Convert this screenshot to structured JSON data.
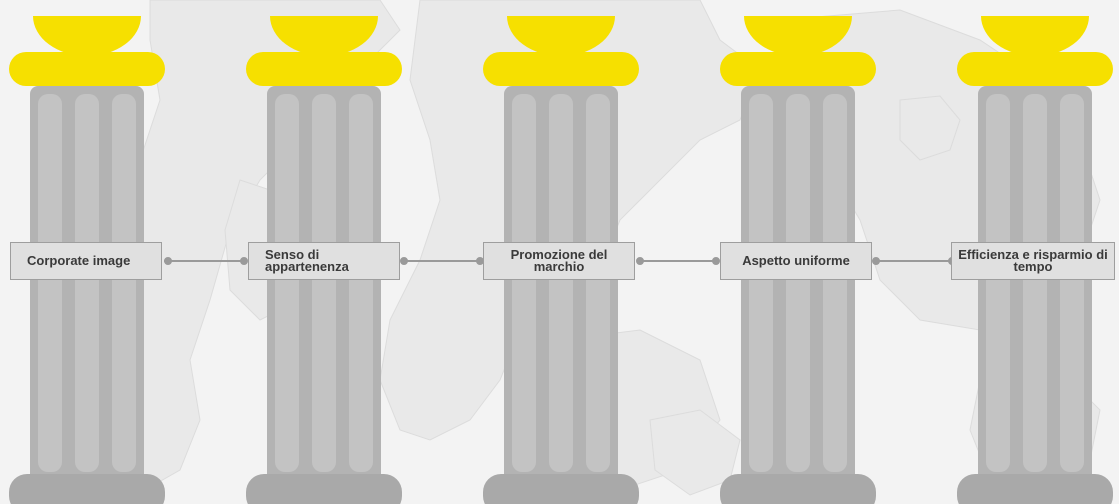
{
  "colors": {
    "background": "#f3f3f3",
    "map": "#e9e9e9",
    "capital": "#f6e000",
    "shaft": "#b3b3b3",
    "flute": "#c3c3c3",
    "label_box": "#e0e0e0",
    "label_border": "#9e9e9e",
    "connector": "#9a9a9a",
    "text": "#3a3a3a"
  },
  "pillars": [
    {
      "label": "Corporate image"
    },
    {
      "label": "Senso di appartenenza"
    },
    {
      "label": "Promozione del marchio"
    },
    {
      "label": "Aspetto uniforme"
    },
    {
      "label": "Efficienza e risparmio di tempo"
    }
  ],
  "icons": {
    "background": "world-map-illustration",
    "pillar": "column-pillar-icon"
  }
}
